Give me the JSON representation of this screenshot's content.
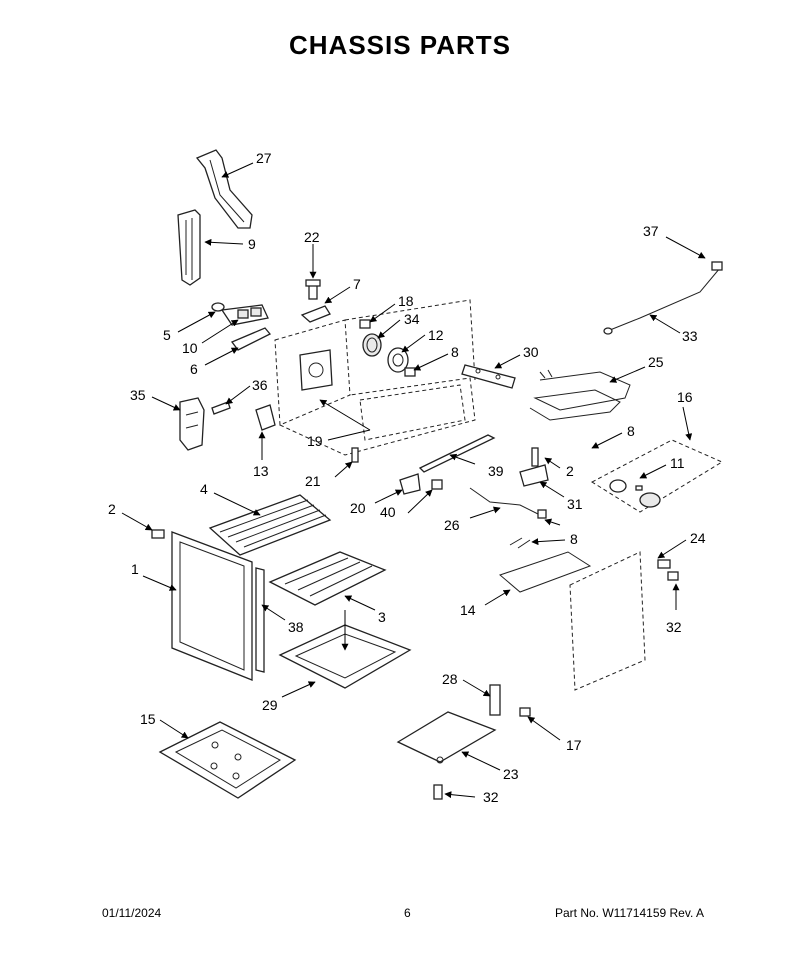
{
  "title": "CHASSIS PARTS",
  "footer": {
    "date": "01/11/2024",
    "page": "6",
    "part_number": "Part No.  W11714159  Rev.  A"
  },
  "callouts": {
    "c1": "1",
    "c2a": "2",
    "c2b": "2",
    "c3": "3",
    "c4": "4",
    "c5": "5",
    "c6": "6",
    "c7": "7",
    "c8a": "8",
    "c8b": "8",
    "c8c": "8",
    "c9": "9",
    "c10": "10",
    "c11": "11",
    "c12": "12",
    "c13": "13",
    "c14": "14",
    "c15": "15",
    "c16": "16",
    "c17": "17",
    "c18": "18",
    "c19": "19",
    "c20": "20",
    "c21": "21",
    "c22": "22",
    "c23": "23",
    "c24": "24",
    "c25": "25",
    "c26": "26",
    "c27": "27",
    "c28": "28",
    "c29": "29",
    "c30": "30",
    "c31": "31",
    "c32a": "32",
    "c32b": "32",
    "c33": "33",
    "c34": "34",
    "c35": "35",
    "c36": "36",
    "c37": "37",
    "c38": "38",
    "c39": "39",
    "c40": "40"
  }
}
